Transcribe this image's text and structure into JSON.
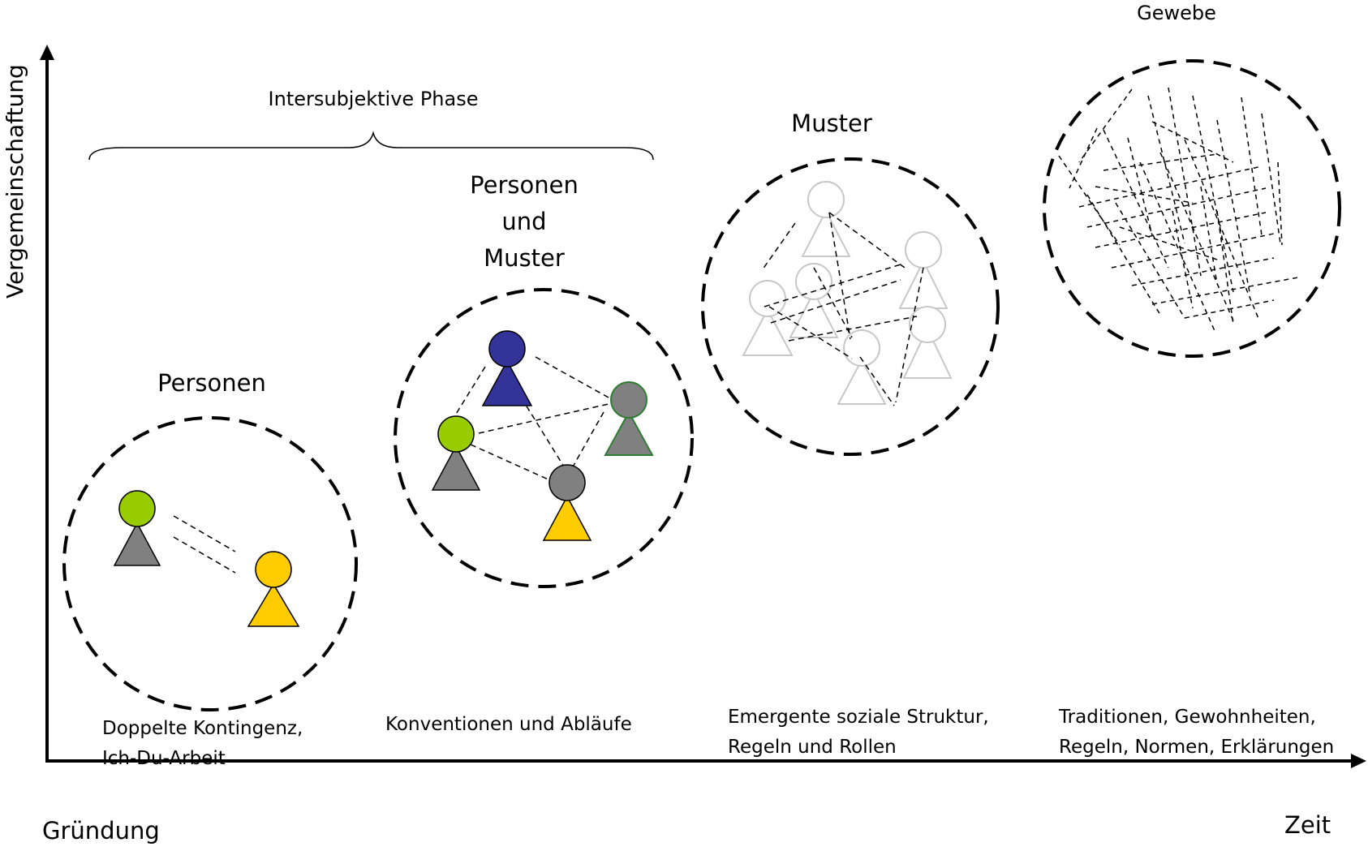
{
  "axes": {
    "y_label": "Vergemeinschaftung",
    "x_label": "Zeit",
    "origin_label": "Gründung"
  },
  "phase": {
    "label": "Intersubjektive Phase"
  },
  "stages": [
    {
      "title": "Personen",
      "description_lines": [
        "Doppelte Kontingenz,",
        "Ich-Du-Arbeit"
      ]
    },
    {
      "title_lines": [
        "Personen",
        "und",
        "Muster"
      ],
      "description_lines": [
        "Konventionen und Abläufe"
      ]
    },
    {
      "title": "Muster",
      "description_lines": [
        "Emergente soziale Struktur,",
        "Regeln und Rollen"
      ]
    },
    {
      "title": "Gewebe",
      "description_lines": [
        "Traditionen, Gewohnheiten,",
        "Regeln, Normen, Erklärungen"
      ]
    }
  ],
  "colors": {
    "green": "#99cc00",
    "gray": "#808080",
    "yellow": "#ffcc00",
    "blue": "#333399",
    "faded": "#c8c8c8",
    "green_outline": "#2e7d32"
  }
}
